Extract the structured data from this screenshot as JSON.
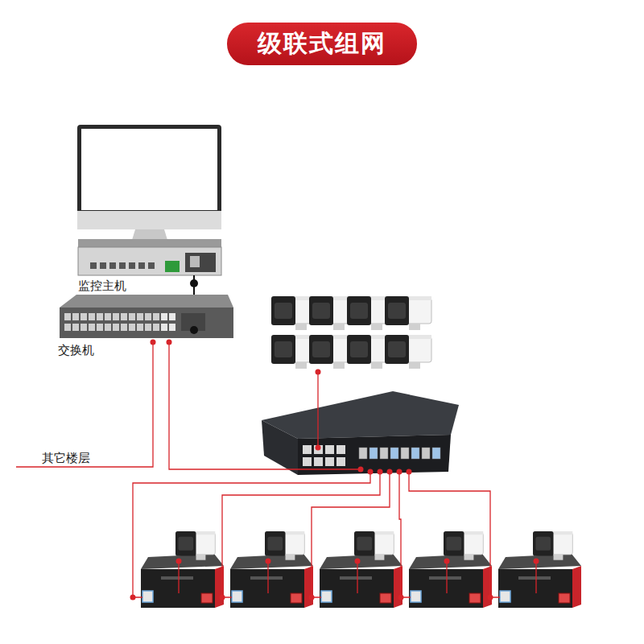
{
  "diagram": {
    "title": "级联式组网",
    "nodes": [
      {
        "text": [
          "监控主机"
        ]
      },
      {
        "text": [
          "交换机"
        ]
      }
    ],
    "edges": [
      {
        "from": 0,
        "to": 1,
        "arrow": "none"
      }
    ],
    "labels": [
      "其它楼层"
    ]
  }
}
